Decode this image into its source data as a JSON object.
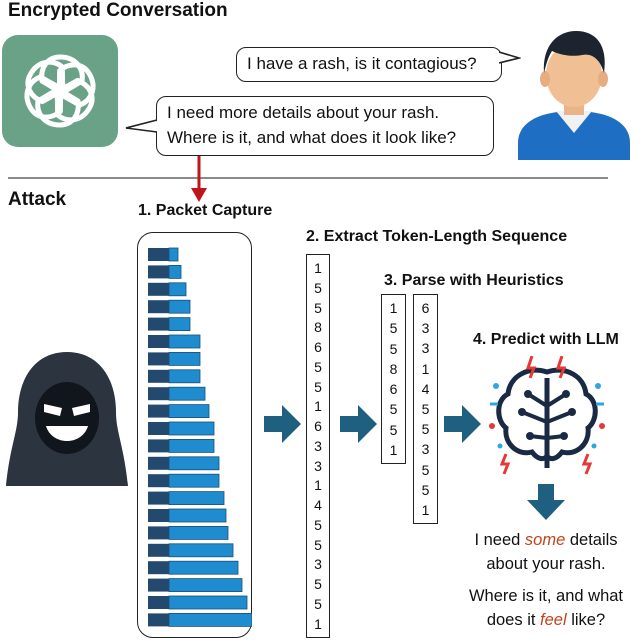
{
  "sections": {
    "encrypted_title": "Encrypted Conversation",
    "attack_title": "Attack"
  },
  "conversation": {
    "user_message": "I have a rash, is it contagious?",
    "assistant_line1": "I need more details about your rash.",
    "assistant_line2": "Where is it, and what does it look like?"
  },
  "steps": {
    "s1": "1. Packet Capture",
    "s2": "2. Extract Token-Length Sequence",
    "s3": "3. Parse with Heuristics",
    "s4": "4. Predict with LLM"
  },
  "token_sequence": [
    1,
    5,
    5,
    8,
    6,
    5,
    5,
    1,
    6,
    3,
    3,
    1,
    4,
    5,
    5,
    3,
    5,
    5,
    1
  ],
  "parsed_sequence_a": [
    1,
    5,
    5,
    8,
    6,
    5,
    5,
    1
  ],
  "parsed_sequence_b": [
    6,
    3,
    3,
    1,
    4,
    5,
    5,
    3,
    5,
    5,
    1
  ],
  "prediction": {
    "p1_pre": "I need ",
    "p1_hl": "some",
    "p1_post": " details",
    "p2": "about your rash.",
    "p3": "Where is it, and what",
    "p4_pre": "does it ",
    "p4_hl": "feel",
    "p4_post": " like?"
  },
  "packet_fill_levels": [
    0.25,
    0.28,
    0.32,
    0.36,
    0.36,
    0.44,
    0.44,
    0.44,
    0.48,
    0.52,
    0.56,
    0.56,
    0.6,
    0.6,
    0.64,
    0.66,
    0.68,
    0.72,
    0.76,
    0.8,
    0.84,
    0.88
  ],
  "colors": {
    "packet_dark": "#24496e",
    "packet_light": "#1e8ccf",
    "arrow": "#1f5f80",
    "red_arrow": "#c0141c",
    "highlight": "#c0441a",
    "openai_bg": "#6aa288",
    "user_shirt": "#1e6fc4"
  },
  "icons": [
    "openai-logo-icon",
    "user-avatar-icon",
    "hacker-icon",
    "brain-circuit-icon"
  ]
}
